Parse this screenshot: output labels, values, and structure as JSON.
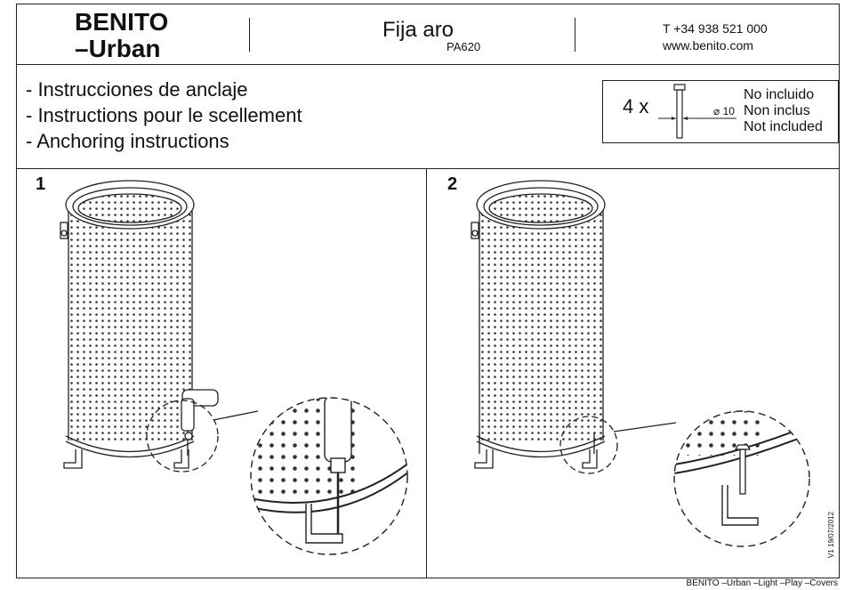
{
  "header": {
    "brand_line1": "BENITO",
    "brand_line2": "–Urban",
    "title": "Fija aro",
    "code": "PA620",
    "phone": "T +34 938 521 000",
    "website": "www.benito.com"
  },
  "instructions": [
    "- Instrucciones de anclaje",
    "- Instructions pour le scellement",
    "- Anchoring instructions"
  ],
  "hardware": {
    "quantity": "4 x",
    "diameter_symbol": "⌀",
    "diameter": "10",
    "labels": [
      "No incluido",
      "Non inclus",
      "Not included"
    ]
  },
  "steps": [
    "1",
    "2"
  ],
  "version": "V1 19/07/2012",
  "footer": "BENITO –Urban –Light –Play –Covers"
}
